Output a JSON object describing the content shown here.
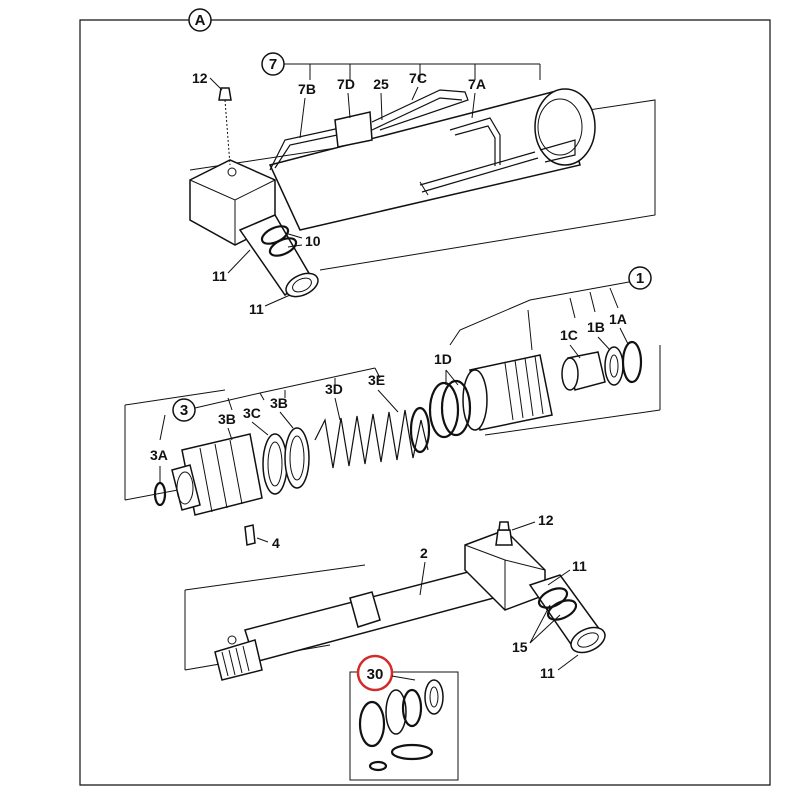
{
  "labels": {
    "sheet": "A",
    "l7": "7",
    "l7B": "7B",
    "l7D": "7D",
    "l25": "25",
    "l7C": "7C",
    "l7A": "7A",
    "l12_top": "12",
    "l10": "10",
    "l11_a": "11",
    "l11_b": "11",
    "l1": "1",
    "l1A": "1A",
    "l1B": "1B",
    "l1C": "1C",
    "l1D": "1D",
    "l3": "3",
    "l3A": "3A",
    "l3B_1": "3B",
    "l3C": "3C",
    "l3B_2": "3B",
    "l3D": "3D",
    "l3E": "3E",
    "l4": "4",
    "l2": "2",
    "l12_bot": "12",
    "l11_c": "11",
    "l15": "15",
    "l11_d": "11",
    "l30": "30"
  },
  "colors": {
    "highlight": "#d42a2a",
    "ink": "#111111",
    "shade": "#c9c9c9"
  }
}
